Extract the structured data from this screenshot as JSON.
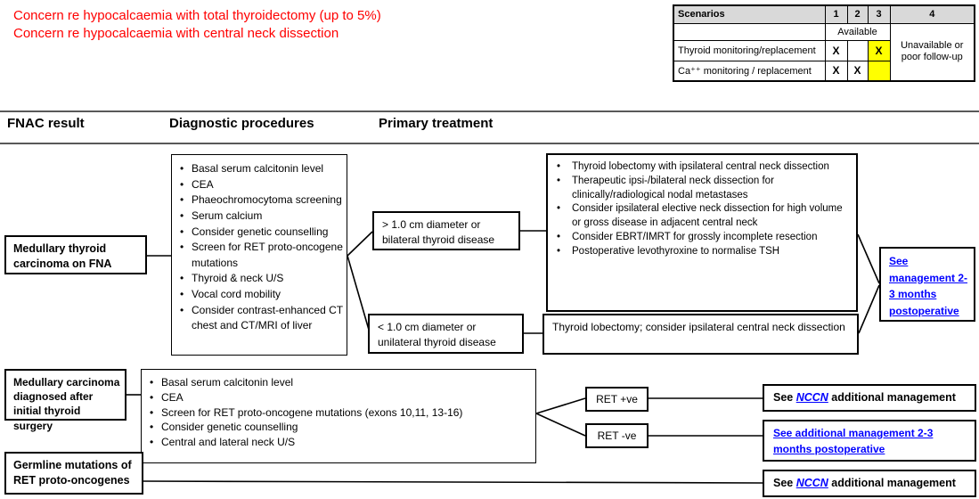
{
  "notes": {
    "line1": "Concern re hypocalcaemia with total thyroidectomy (up to 5%)",
    "line2": "Concern re hypocalcaemia with central neck dissection"
  },
  "scenarios_table": {
    "title": "Scenarios",
    "col_headers": [
      "1",
      "2",
      "3",
      "4"
    ],
    "available_label": "Available",
    "unavailable_label": "Unavailable or poor follow-up",
    "rows": [
      {
        "label": "Thyroid monitoring/replacement",
        "c1": "X",
        "c2": "",
        "c3": "X"
      },
      {
        "label": "Ca⁺⁺ monitoring / replacement",
        "c1": "X",
        "c2": "X",
        "c3": ""
      }
    ],
    "colors": {
      "header_bg": "#d9d9d9",
      "highlight_bg": "#ffff00",
      "note_red": "#ff0000",
      "link_blue": "#0000ff"
    }
  },
  "columns": {
    "col1": "FNAC result",
    "col2": "Diagnostic procedures",
    "col3": "Primary treatment"
  },
  "flow": {
    "fna": {
      "label": "Medullary thyroid carcinoma on FNA",
      "diagnostics": [
        "Basal serum calcitonin level",
        "CEA",
        "Phaeochromocytoma screening",
        "Serum  calcium",
        "Consider genetic counselling",
        "Screen for RET proto-oncogene mutations",
        "Thyroid & neck U/S",
        "Vocal cord mobility",
        "Consider contrast-enhanced CT chest and CT/MRI of liver"
      ],
      "branch_large": "> 1.0 cm diameter or bilateral thyroid disease",
      "branch_small": "< 1.0 cm diameter or unilateral thyroid disease",
      "treatment_large": [
        "Thyroid lobectomy  with ipsilateral central neck dissection",
        "Therapeutic ipsi-/bilateral neck dissection for clinically/radiological nodal metastases",
        "Consider ipsilateral elective neck dissection for high volume or gross disease in adjacent central neck",
        "Consider EBRT/IMRT for grossly incomplete resection",
        "Postoperative levothyroxine to normalise TSH"
      ],
      "treatment_small": "Thyroid lobectomy;  consider ipsilateral central neck dissection",
      "management_link": "See management 2-3 months postoperative"
    },
    "post_surgery": {
      "label": "Medullary carcinoma diagnosed after initial thyroid surgery",
      "diagnostics": [
        "Basal serum calcitonin level",
        "CEA",
        "Screen for RET proto-oncogene mutations (exons 10,11, 13-16)",
        "Consider genetic counselling",
        "Central and lateral neck U/S"
      ],
      "ret_positive": "RET +ve",
      "ret_negative": "RET -ve",
      "ret_negative_link": "See additional management 2-3 months postoperative"
    },
    "germline": {
      "label": "Germline mutations of RET proto-oncogenes"
    },
    "nccn_link": {
      "pre": "See ",
      "nccn": "NCCN",
      "post": " additional  management"
    }
  }
}
